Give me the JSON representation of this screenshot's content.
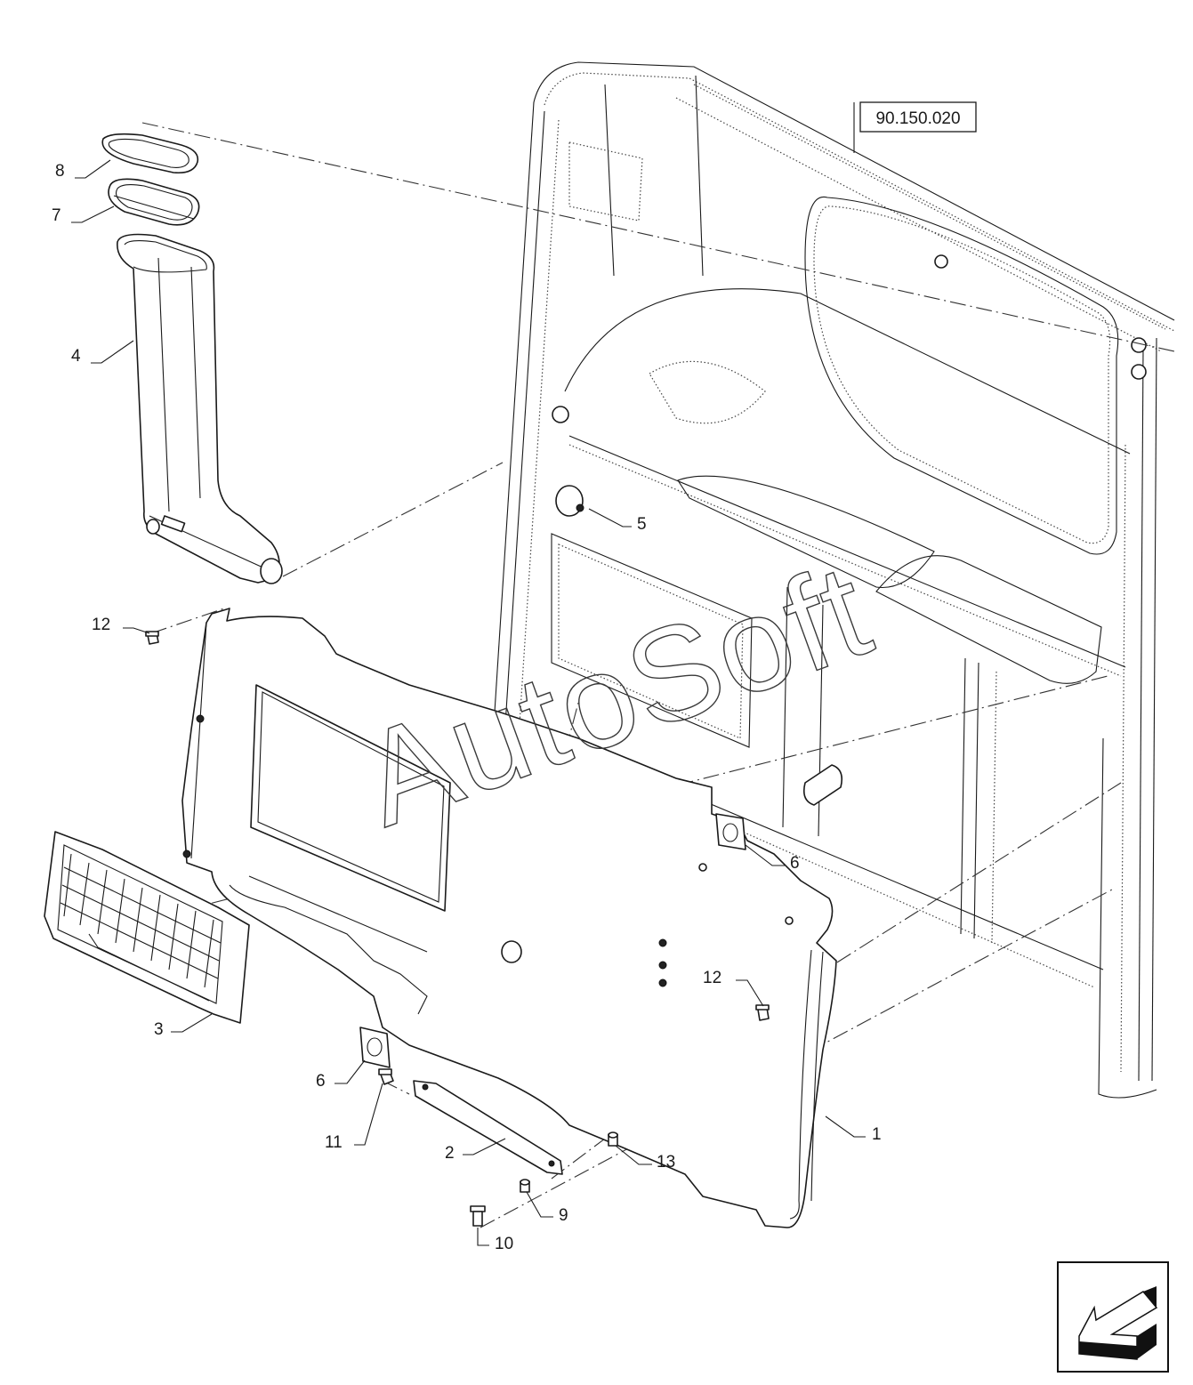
{
  "reference_box": {
    "label": "90.150.020"
  },
  "watermark": {
    "text": "AutoSoft"
  },
  "callouts": [
    {
      "id": "c1",
      "text": "1"
    },
    {
      "id": "c2",
      "text": "2"
    },
    {
      "id": "c3",
      "text": "3"
    },
    {
      "id": "c4",
      "text": "4"
    },
    {
      "id": "c5",
      "text": "5"
    },
    {
      "id": "c6a",
      "text": "6"
    },
    {
      "id": "c6b",
      "text": "6"
    },
    {
      "id": "c7",
      "text": "7"
    },
    {
      "id": "c8",
      "text": "8"
    },
    {
      "id": "c9",
      "text": "9"
    },
    {
      "id": "c10",
      "text": "10"
    },
    {
      "id": "c11",
      "text": "11"
    },
    {
      "id": "c12a",
      "text": "12"
    },
    {
      "id": "c12b",
      "text": "12"
    },
    {
      "id": "c13",
      "text": "13"
    }
  ],
  "nav_icon": {
    "name": "previous-page-arrow-icon"
  }
}
